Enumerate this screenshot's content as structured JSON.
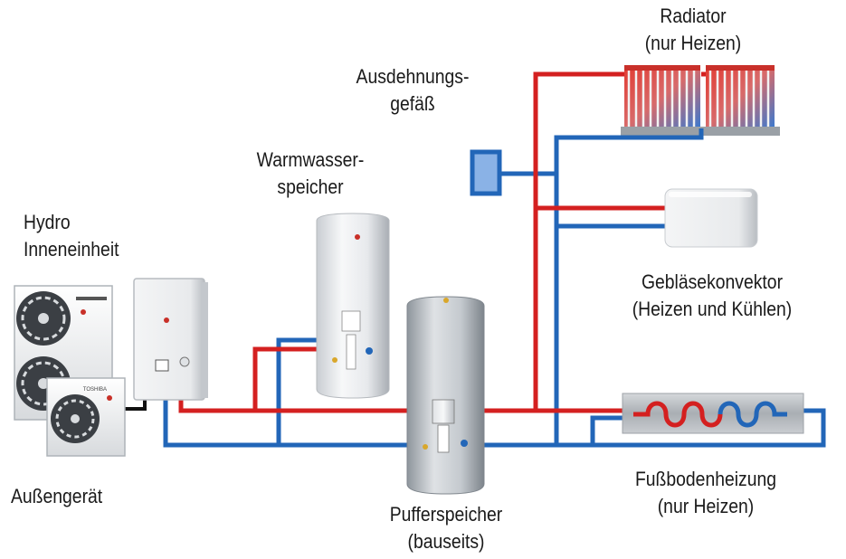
{
  "labels": {
    "hydro": [
      "Hydro",
      "Inneneinheit"
    ],
    "aussengeraet": [
      "Außengerät"
    ],
    "warmwasser": [
      "Warmwasser-",
      "speicher"
    ],
    "ausdehnung": [
      "Ausdehnungs-",
      "gefäß"
    ],
    "radiator": [
      "Radiator",
      "(nur Heizen)"
    ],
    "geblaese": [
      "Gebläsekonvektor",
      "(Heizen und Kühlen)"
    ],
    "puffer": [
      "Pufferspeicher",
      "(bauseits)"
    ],
    "fussboden": [
      "Fußbodenheizung",
      "(nur Heizen)"
    ]
  },
  "device_text": {
    "outdoor_brand": "TOSHIBA"
  },
  "colors": {
    "supply_pipe": "#d42020",
    "return_pipe": "#2266b8",
    "connector": "#111111",
    "tank_white": "#eef0f2",
    "tank_silver": "#b8bec4",
    "vessel": "#8ab2e6"
  }
}
